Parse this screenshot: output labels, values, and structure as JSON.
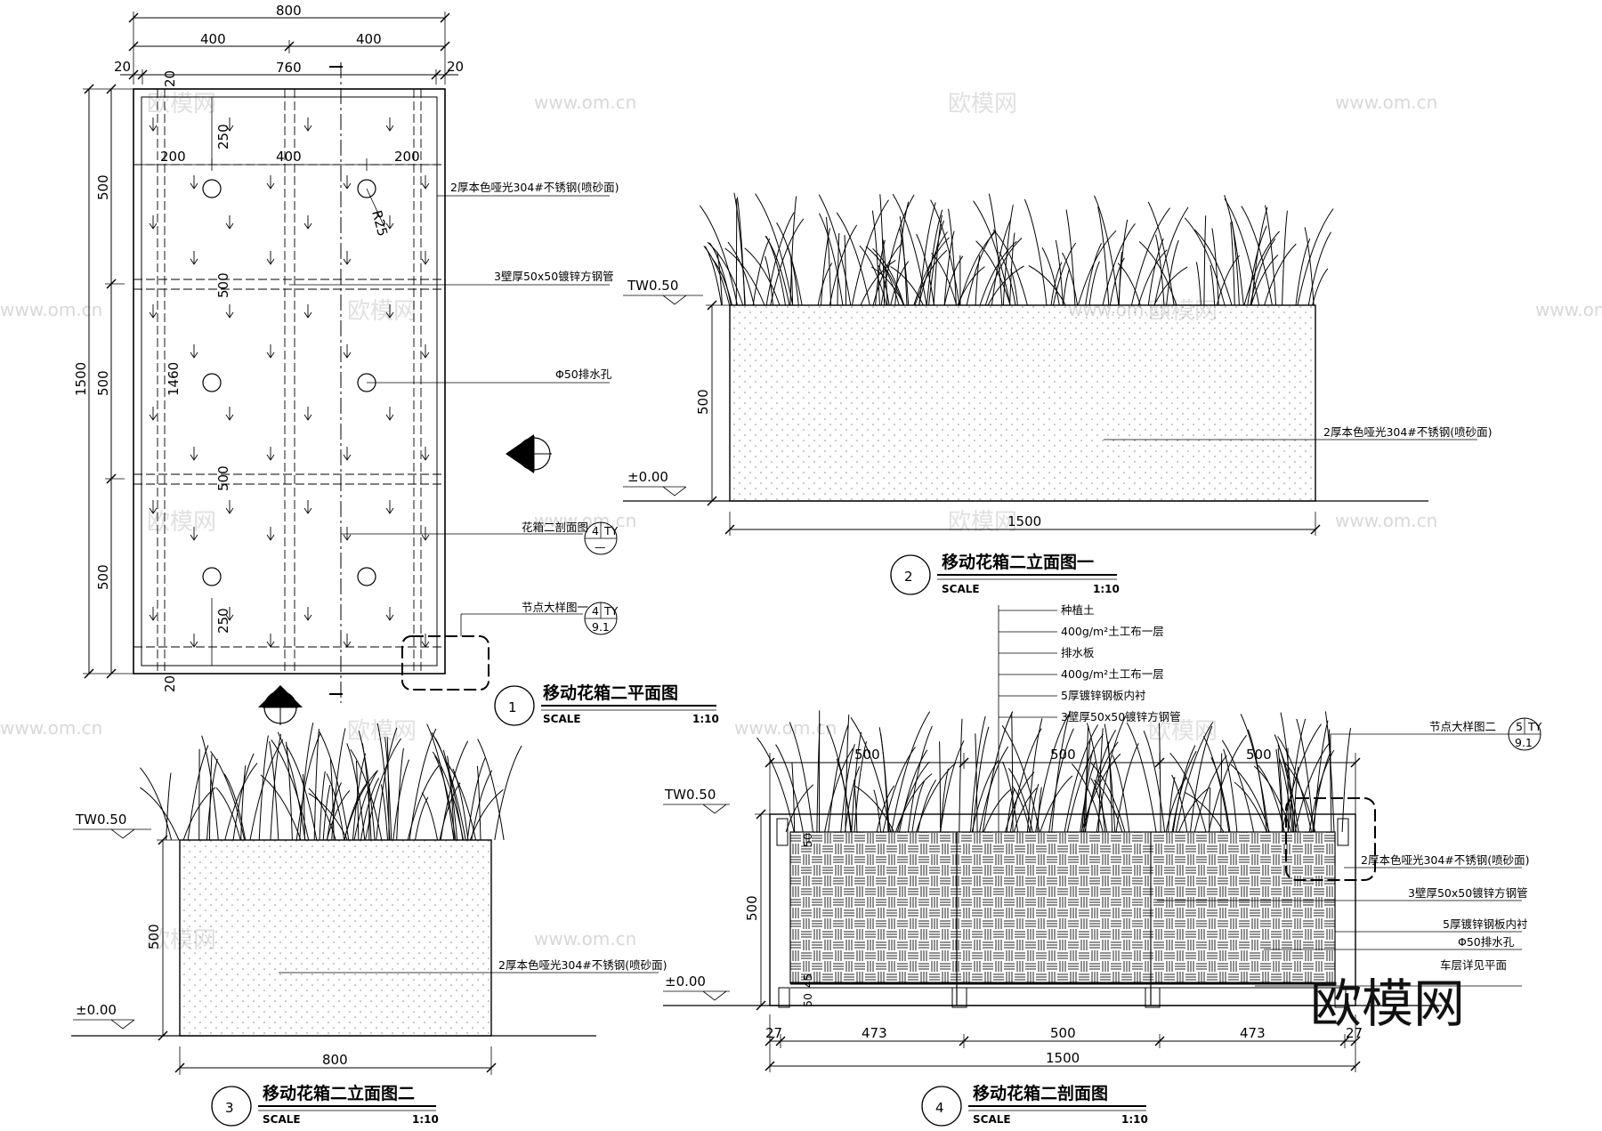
{
  "plan": {
    "dims_top": {
      "total": "800",
      "left_half": "400",
      "right_half": "400",
      "margin_left": "20",
      "margin_right": "20",
      "inner": "760"
    },
    "dims_inner_top": {
      "a": "200",
      "b": "400",
      "c": "200"
    },
    "dims_left": {
      "total": "1500",
      "seg1": "500",
      "seg2": "500",
      "seg3": "500"
    },
    "dims_inside": {
      "inner_height": "1460",
      "mid1": "500",
      "mid2": "500",
      "top_250": "250",
      "bottom_250": "250",
      "top_20": "20",
      "bottom_20": "20"
    },
    "radius_label": "R25",
    "callouts": {
      "steel_skin": "2厚本色哑光304#不锈钢(喷砂面)",
      "square_tube": "3壁厚50x50镀锌方钢管",
      "drain_hole": "Φ50排水孔"
    },
    "section_ref": {
      "label": "花箱二剖面图",
      "num": "4",
      "sheet": "TY",
      "sub": "—"
    },
    "detail_ref": {
      "label": "节点大样图一",
      "num": "4",
      "sheet": "TY",
      "sub": "9.1"
    },
    "title": {
      "num": "1",
      "text": "移动花箱二平面图",
      "scale_word": "SCALE",
      "scale": "1:10"
    }
  },
  "elevation1": {
    "top_level": "TW0.50",
    "ground_level": "±0.00",
    "height_dim": "500",
    "width_dim": "1500",
    "callout": "2厚本色哑光304#不锈钢(喷砂面)",
    "title": {
      "num": "2",
      "text": "移动花箱二立面图一",
      "scale_word": "SCALE",
      "scale": "1:10"
    }
  },
  "elevation2": {
    "top_level": "TW0.50",
    "ground_level": "±0.00",
    "height_dim": "500",
    "width_dim": "800",
    "callout": "2厚本色哑光304#不锈钢(喷砂面)",
    "title": {
      "num": "3",
      "text": "移动花箱二立面图二",
      "scale_word": "SCALE",
      "scale": "1:10"
    }
  },
  "section": {
    "top_level": "TW0.50",
    "ground_level": "±0.00",
    "height_dim": "500",
    "layers": [
      "种植土",
      "400g/m²土工布一层",
      "排水板",
      "400g/m²土工布一层",
      "5厚镀锌钢板内衬",
      "3壁厚50x50镀锌方钢管"
    ],
    "top_dims": [
      "500",
      "500",
      "500"
    ],
    "bottom_dims": {
      "edge_left": "27",
      "a": "473",
      "b": "500",
      "c": "473",
      "edge_right": "27",
      "total": "1500"
    },
    "callouts_right": [
      "2厚本色哑光304#不锈钢(喷砂面)",
      "3壁厚50x50镀锌方钢管",
      "5厚镀锌钢板内衬",
      "Φ50排水孔",
      "车层详见平面"
    ],
    "detail_ref": {
      "label": "节点大样图二",
      "num": "5",
      "sheet": "TY",
      "sub": "9.1"
    },
    "small_dims": [
      "50",
      "45",
      "50"
    ],
    "title": {
      "num": "4",
      "text": "移动花箱二剖面图",
      "scale_word": "SCALE",
      "scale": "1:10"
    }
  },
  "watermarks": {
    "site": "www.om.cn",
    "brand_small": "欧模网",
    "brand_large": "欧模网"
  }
}
